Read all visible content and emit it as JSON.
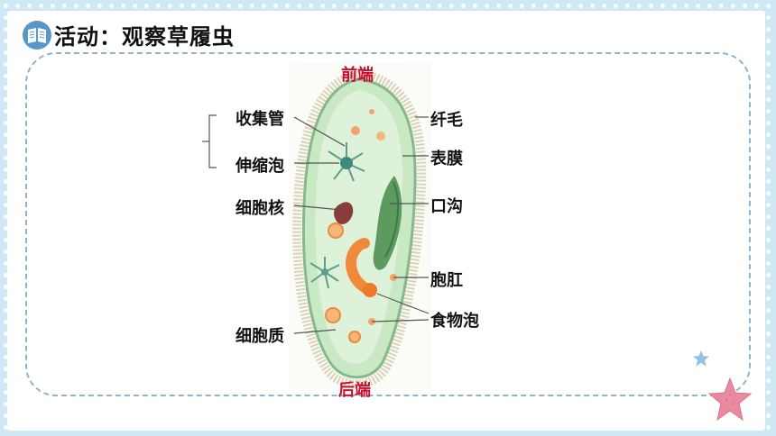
{
  "title": "活动：观察草履虫",
  "icons": {
    "badge": "book-icon",
    "star_small": "star-icon",
    "star_large": "star-icon"
  },
  "colors": {
    "front_back": "#c8102e",
    "cell_body": "#c9e8c4",
    "frame_dash": "#8fb3cf"
  },
  "labels": {
    "front": "前端",
    "back": "后端",
    "left": [
      "收集管",
      "伸缩泡",
      "细胞核",
      "细胞质"
    ],
    "right": [
      "纤毛",
      "表膜",
      "口沟",
      "胞肛",
      "食物泡"
    ]
  }
}
